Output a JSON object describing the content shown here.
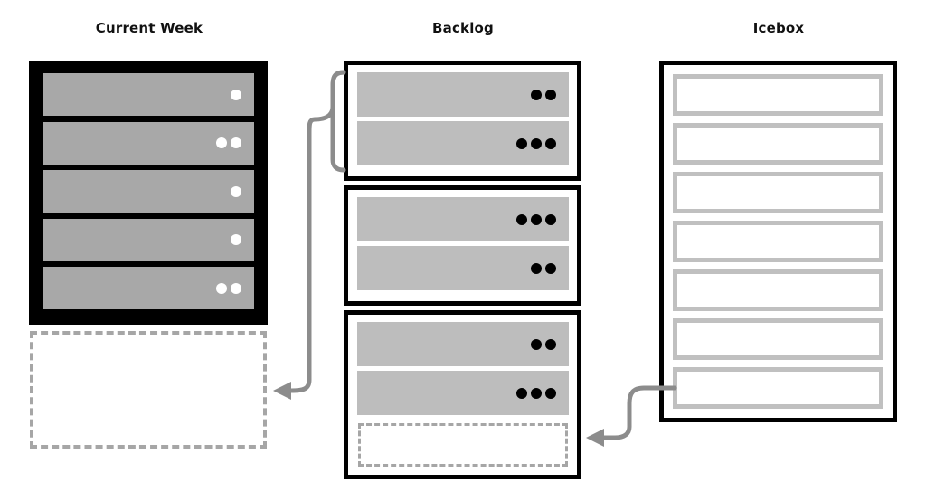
{
  "columns": {
    "current_week": {
      "title": "Current Week",
      "stories": [
        1,
        2,
        1,
        1,
        2
      ]
    },
    "backlog": {
      "title": "Backlog",
      "iterations": [
        {
          "stories": [
            2,
            3
          ]
        },
        {
          "stories": [
            3,
            2
          ]
        },
        {
          "stories": [
            2,
            3
          ],
          "has_empty_slot": true
        }
      ]
    },
    "icebox": {
      "title": "Icebox",
      "story_count": 7
    }
  },
  "colors": {
    "frame": "#000000",
    "story_fill_current": "#a8a8a8",
    "story_fill_backlog": "#bdbdbd",
    "icebox_story_border": "#c0c0c0",
    "arrow": "#8c8c8c",
    "dashed": "#a6a6a6",
    "dot_light": "#ffffff",
    "dot_dark": "#000000"
  }
}
